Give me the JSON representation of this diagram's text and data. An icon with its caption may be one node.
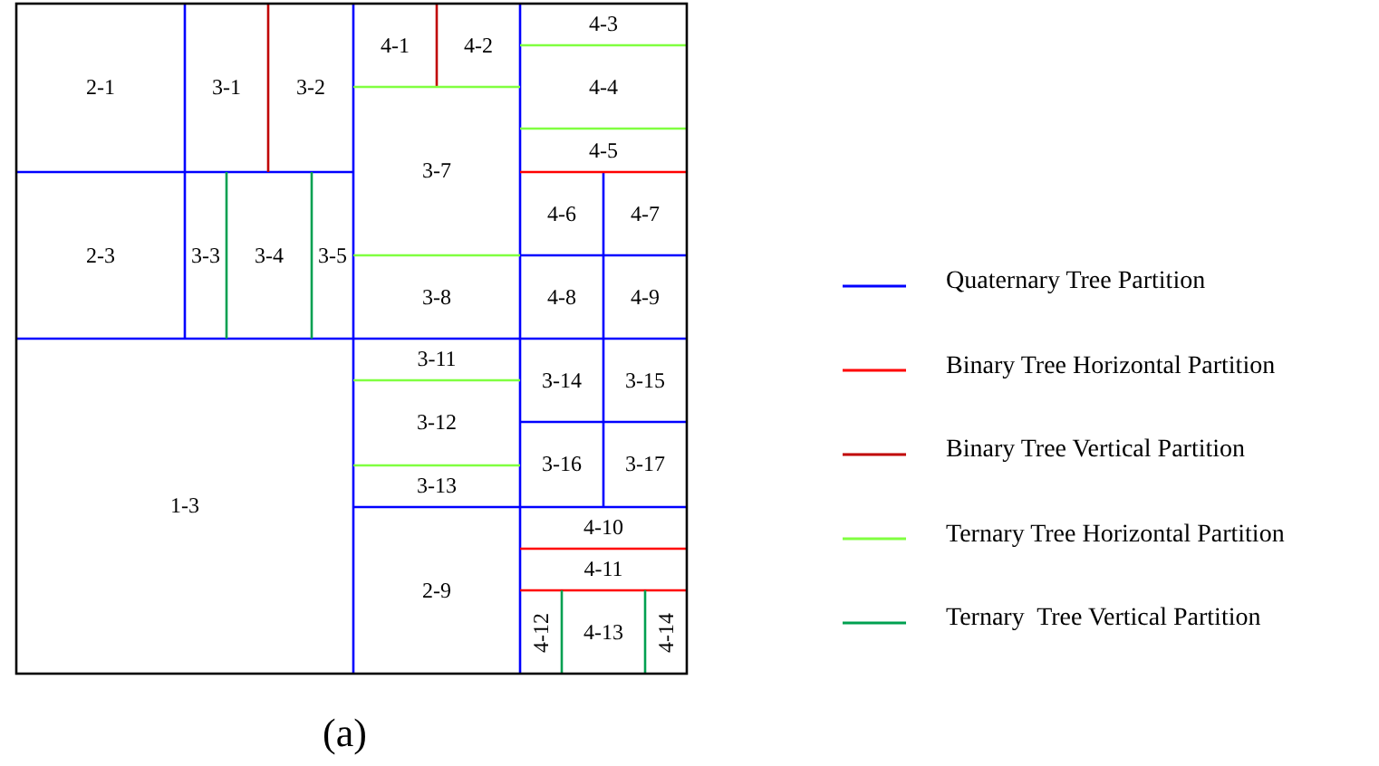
{
  "diagram": {
    "caption": "(a)",
    "nodes": [
      {
        "text": [
          "2-1"
        ]
      },
      {
        "text": [
          "3-1"
        ]
      },
      {
        "text": [
          "3-2"
        ]
      },
      {
        "text": [
          "4-1"
        ]
      },
      {
        "text": [
          "4-2"
        ]
      },
      {
        "text": [
          "4-3"
        ]
      },
      {
        "text": [
          "4-4"
        ]
      },
      {
        "text": [
          "4-5"
        ]
      },
      {
        "text": [
          "3-7"
        ]
      },
      {
        "text": [
          "2-3"
        ]
      },
      {
        "text": [
          "3-3"
        ]
      },
      {
        "text": [
          "3-4"
        ]
      },
      {
        "text": [
          "3-5"
        ]
      },
      {
        "text": [
          "4-6"
        ]
      },
      {
        "text": [
          "4-7"
        ]
      },
      {
        "text": [
          "3-8"
        ]
      },
      {
        "text": [
          "4-8"
        ]
      },
      {
        "text": [
          "4-9"
        ]
      },
      {
        "text": [
          "3-11"
        ]
      },
      {
        "text": [
          "3-14"
        ]
      },
      {
        "text": [
          "3-15"
        ]
      },
      {
        "text": [
          "3-12"
        ]
      },
      {
        "text": [
          "1-3"
        ]
      },
      {
        "text": [
          "3-16"
        ]
      },
      {
        "text": [
          "3-17"
        ]
      },
      {
        "text": [
          "3-13"
        ]
      },
      {
        "text": [
          "4-10"
        ]
      },
      {
        "text": [
          "2-9"
        ]
      },
      {
        "text": [
          "4-11"
        ]
      },
      {
        "text": [
          "4-12"
        ]
      },
      {
        "text": [
          "4-13"
        ]
      },
      {
        "text": [
          "4-14"
        ]
      }
    ],
    "legend": [
      {
        "text": "Quaternary Tree Partition"
      },
      {
        "text": "Binary Tree Horizontal Partition"
      },
      {
        "text": "Binary Tree Vertical Partition"
      },
      {
        "text": "Ternary Tree Horizontal Partition"
      },
      {
        "text": "Ternary  Tree Vertical Partition"
      }
    ]
  }
}
